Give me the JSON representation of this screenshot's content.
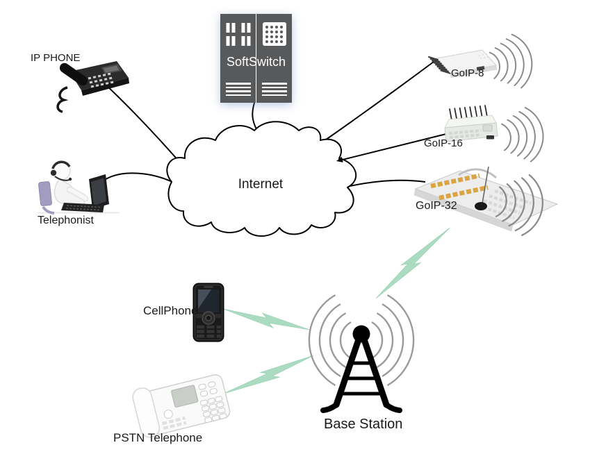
{
  "nodes": {
    "ip_phone": {
      "label": "IP PHONE"
    },
    "softswitch": {
      "label": "SoftSwitch"
    },
    "goip8": {
      "label": "GoIP-8"
    },
    "goip16": {
      "label": "GoIP-16"
    },
    "goip32": {
      "label": "GoIP-32"
    },
    "internet": {
      "label": "Internet"
    },
    "telephonist": {
      "label": "Telephonist"
    },
    "cellphone": {
      "label": "CellPhone"
    },
    "pstn_telephone": {
      "label": "PSTN Telephone"
    },
    "base_station": {
      "label": "Base Station"
    }
  },
  "connections": [
    {
      "from": "IP PHONE",
      "to": "Internet",
      "style": "curve"
    },
    {
      "from": "Telephonist",
      "to": "Internet",
      "style": "curve"
    },
    {
      "from": "SoftSwitch",
      "to": "Internet",
      "style": "curve"
    },
    {
      "from": "Internet",
      "to": "GoIP-8",
      "style": "curve"
    },
    {
      "from": "Internet",
      "to": "GoIP-16",
      "style": "double-arrow"
    },
    {
      "from": "Internet",
      "to": "GoIP-32",
      "style": "curve"
    },
    {
      "from": "GoIP-32",
      "to": "Base Station",
      "style": "lightning"
    },
    {
      "from": "CellPhone",
      "to": "Base Station",
      "style": "lightning"
    },
    {
      "from": "PSTN Telephone",
      "to": "Base Station",
      "style": "lightning"
    }
  ],
  "colors": {
    "background": "#ffffff",
    "connector_line": "#000000",
    "lightning_green": "#abdcc2",
    "wifi_arc_gray": "#8a8a8a",
    "softswitch_gray": "#58595b",
    "label_text": "#1a1a1a"
  }
}
